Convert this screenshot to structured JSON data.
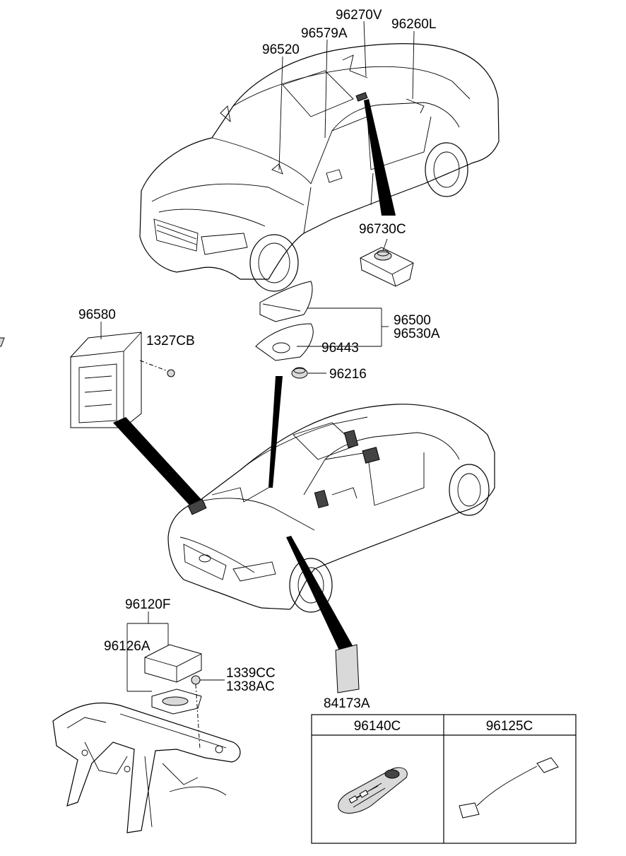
{
  "labels": {
    "p96270V": "96270V",
    "p96260L": "96260L",
    "p96579A": "96579A",
    "p96520": "96520",
    "p96730C": "96730C",
    "p96500": "96500",
    "p96530A": "96530A",
    "p96443": "96443",
    "p96216": "96216",
    "p96580": "96580",
    "p1327CB": "1327CB",
    "p96120F": "96120F",
    "p96126A": "96126A",
    "p1339CC": "1339CC",
    "p1338AC": "1338AC",
    "p84173A": "84173A"
  },
  "table": {
    "col1": "96140C",
    "col2": "96125C"
  }
}
